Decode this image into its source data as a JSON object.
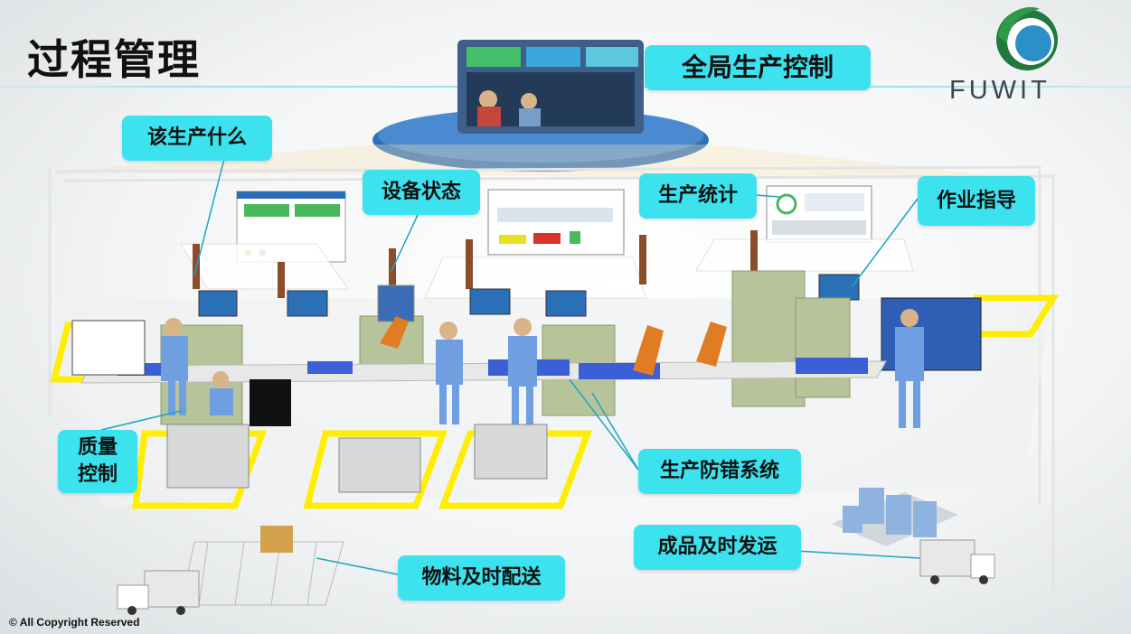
{
  "page": {
    "title": "过程管理",
    "copyright": "© All Copyright Reserved"
  },
  "logo": {
    "text": "FUWIT",
    "icon": "leaf-circle-logo-icon"
  },
  "labels": {
    "global_control": "全局生产控制",
    "what_to_produce": "该生产什么",
    "equipment_status": "设备状态",
    "production_stats": "生产统计",
    "work_guidance": "作业指导",
    "quality_control": "质量\n控制",
    "error_proofing": "生产防错系统",
    "finished_shipping": "成品及时发运",
    "material_delivery": "物料及时配送"
  },
  "colors": {
    "label_bg": "#3ce3ee",
    "connector": "#1aa6c4",
    "zone_yellow": "#ffee00",
    "worker": "#6f9fe0",
    "machine": "#b7c49a",
    "conveyor": "#3a5fd6",
    "robot": "#e07d22"
  },
  "icons": [
    "control-room-icon",
    "monitor-icon",
    "worker-icon",
    "robot-arm-icon",
    "conveyor-icon",
    "truck-icon",
    "warehouse-buildings-icon",
    "cart-icon",
    "signal-tower-icon"
  ]
}
